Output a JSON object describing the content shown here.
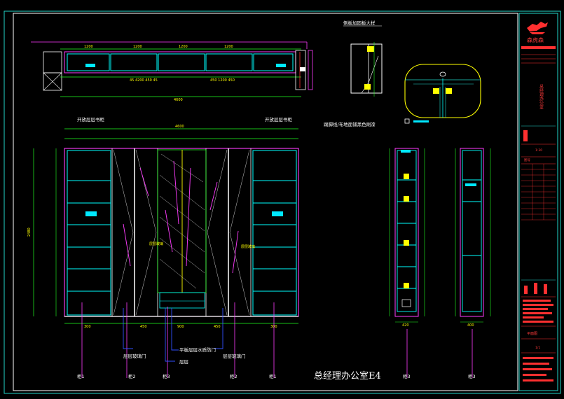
{
  "drawing": {
    "main_title": "总经理办公室E4",
    "section_top": "侧板加固板大样",
    "section_right_note": "踢脚线/布地面铺黑色刷漆",
    "label_left_top": "开放层层书柜",
    "label_right_top": "开放层层书柜",
    "callout_left_door": "层层玻璃门",
    "callout_right_door": "层层玻璃门",
    "callout_center": "平板层层水质防门",
    "callout_center2": "层层",
    "inner_label_left": "层层玻璃",
    "inner_label_right": "层层玻璃",
    "dim_overall_width": "4600",
    "dim_overall_height": "2480",
    "dim_plan_width": "4600",
    "section_tags": [
      "柜1",
      "柜2",
      "柜3",
      "柜2",
      "柜1",
      "柜3",
      "柜3"
    ],
    "bottom_dims": [
      "300",
      "450",
      "900",
      "450",
      "300"
    ],
    "side_width_1": "420",
    "side_width_2": "400"
  },
  "title_block": {
    "company": "森虎森",
    "project_vertical": "总经理办公室",
    "field_scale": "1:30",
    "field_label": "图号",
    "drawing_name": "平面图",
    "sheet": "1/1"
  },
  "colors": {
    "frame": "#22d4c8",
    "cyan": "#00ffff",
    "magenta": "#ff3cff",
    "green": "#22ff22",
    "yellow": "#ffff00",
    "red": "#ff3030",
    "white": "#ffffff",
    "blue": "#3050ff"
  }
}
